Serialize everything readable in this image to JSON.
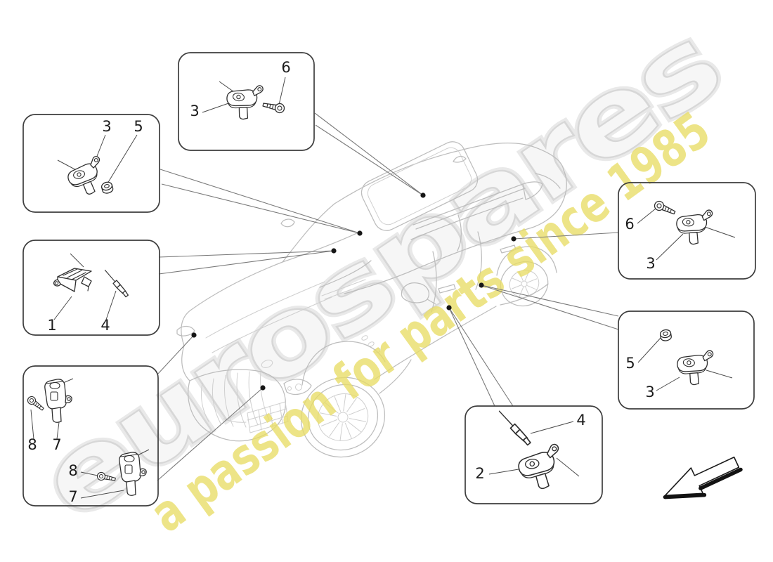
{
  "watermark": {
    "brand": "eurospares",
    "tagline": "a passion for parts since 1985"
  },
  "callouts": {
    "box_top_left": {
      "labels": [
        "3",
        "5"
      ]
    },
    "box_top_center": {
      "labels": [
        "3",
        "6"
      ]
    },
    "box_mid_left": {
      "labels": [
        "1",
        "4"
      ]
    },
    "box_bottom_left": {
      "labels": [
        "8",
        "7",
        "8",
        "7"
      ]
    },
    "box_right_upper": {
      "labels": [
        "6",
        "3"
      ]
    },
    "box_right_middle": {
      "labels": [
        "5",
        "3"
      ]
    },
    "box_bottom_center": {
      "labels": [
        "4",
        "2"
      ]
    }
  },
  "colors": {
    "background": "#ffffff",
    "diagram_line": "#2e2e2e",
    "leader_line": "#7a7a7a",
    "car_outline": "#bdbdbd",
    "watermark_gray": "#d7d7d7",
    "watermark_yellow": "#e9dd66"
  },
  "icons": {
    "direction_arrow": "arrow-down-left"
  }
}
